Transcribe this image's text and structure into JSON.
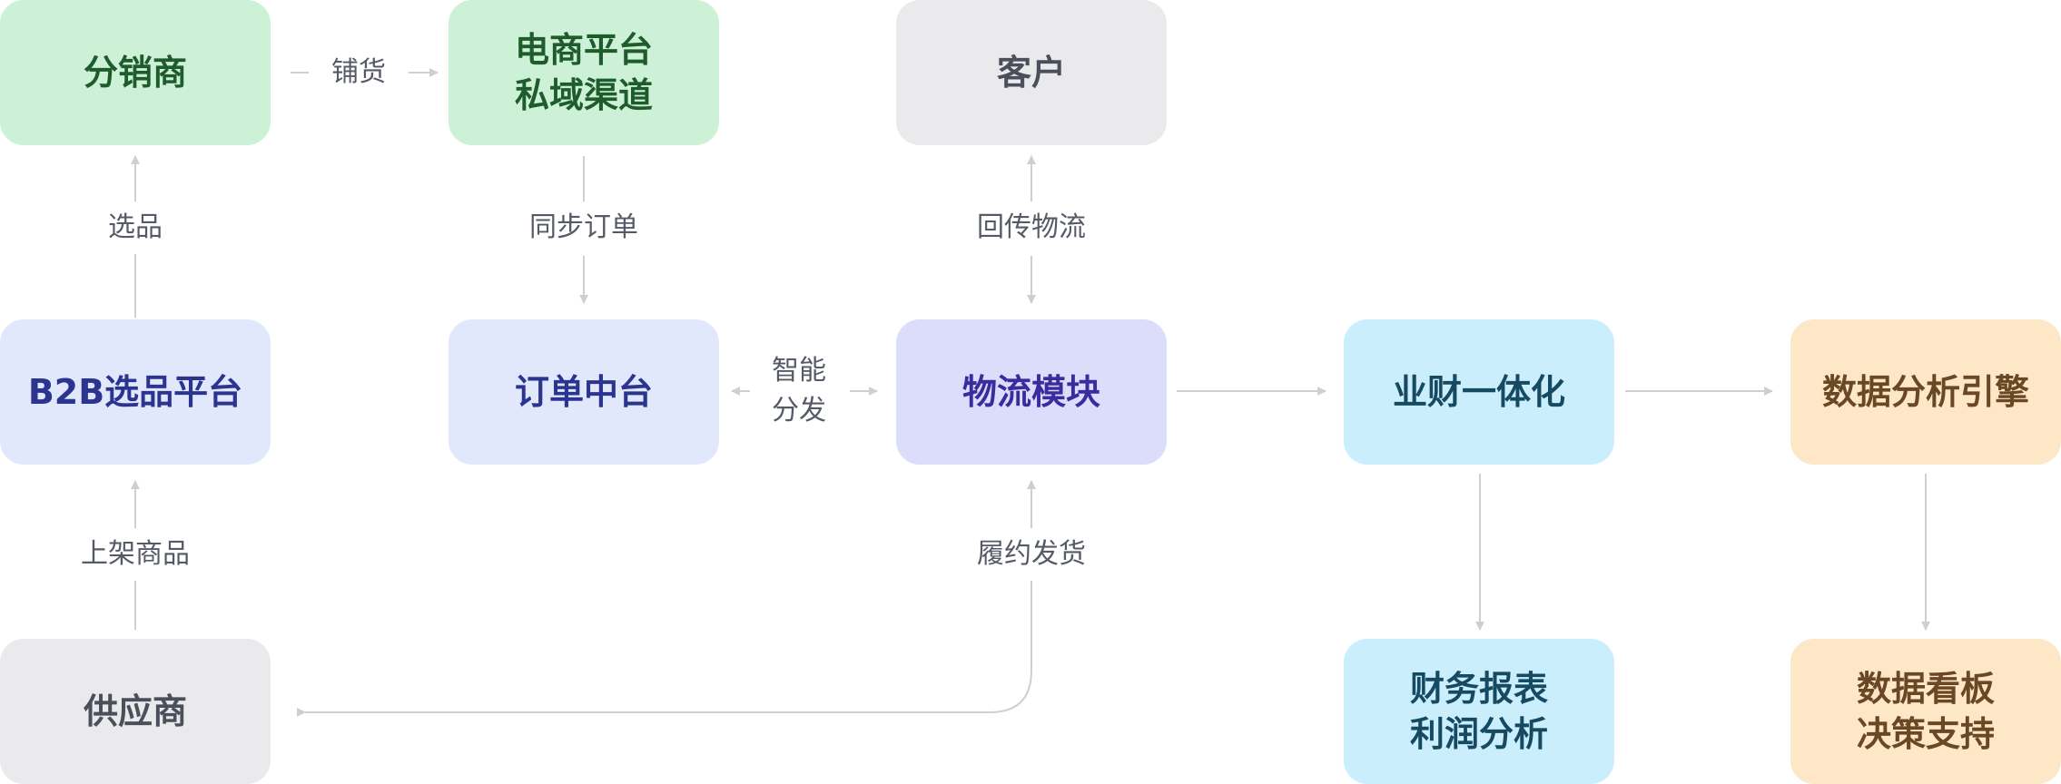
{
  "nodes": {
    "distributor": "分销商",
    "ecommerce": "电商平台\n私域渠道",
    "customer": "客户",
    "b2b": "B2B选品平台",
    "order_center": "订单中台",
    "logistics": "物流模块",
    "finance_integration": "业财一体化",
    "data_engine": "数据分析引擎",
    "supplier": "供应商",
    "finance_report": "财务报表\n利润分析",
    "dashboard": "数据看板\n决策支持"
  },
  "edges": {
    "stock": "铺货",
    "select": "选品",
    "sync_orders": "同步订单",
    "return_logistics": "回传物流",
    "smart_dispatch": "智能\n分发",
    "list_products": "上架商品",
    "fulfill_ship": "履约发货"
  },
  "colors": {
    "connector": "#cfcfd3",
    "green_fill": "#cdf1d6",
    "gray_fill": "#eaeaec",
    "light_blue_fill": "#e2e8fb",
    "violet_fill": "#dcdcfb",
    "cyan_fill": "#cbeefc",
    "peach_fill": "#fde7c6"
  }
}
